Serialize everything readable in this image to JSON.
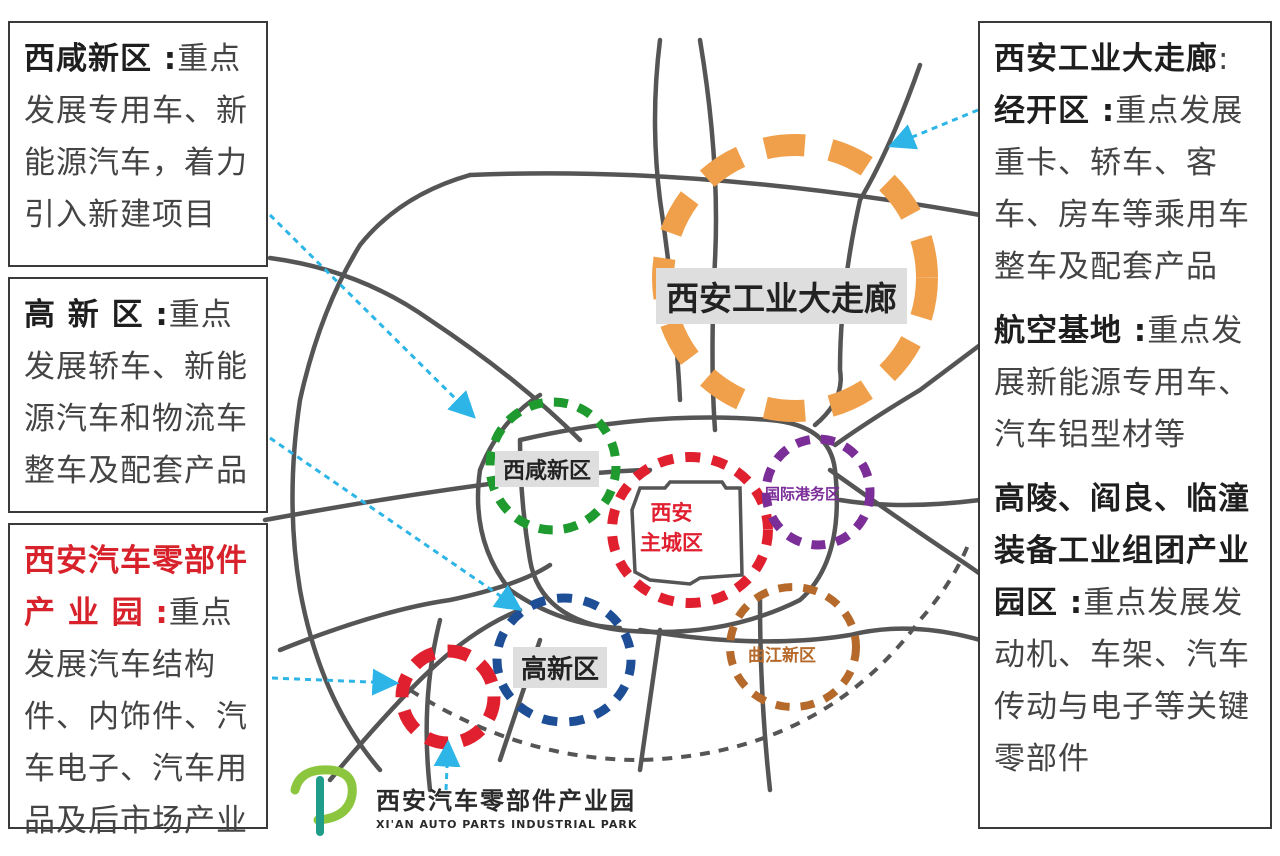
{
  "panels": {
    "xixian": {
      "title": "西咸新区 :",
      "body": "重点发展专用车、新能源汽车，着力引入新建项目"
    },
    "gaoxin": {
      "title": "高 新 区 :",
      "body": "重点发展轿车、新能源汽车和物流车整车及配套产品"
    },
    "parts_park": {
      "title": "西安汽车零部件产 业 园 :",
      "body": "重点发展汽车结构件、内饰件、汽车电子、汽车用品及后市场产业"
    },
    "corridor": {
      "title": "西安工业大走廊",
      "title_suffix": ":",
      "jingkai_title": "经开区 :",
      "jingkai_body": "重点发展重卡、轿车、客车、房车等乘用车整车及配套产品"
    },
    "aviation": {
      "title": "航空基地 :",
      "body": "重点发展新能源专用车、汽车铝型材等"
    },
    "gaoling": {
      "title": "高陵、阎良、临潼装备工业组团产业园区 :",
      "body": "重点发展发动机、车架、汽车传动与电子等关键零部件"
    }
  },
  "map_labels": {
    "corridor": "西安工业大走廊",
    "xixian": "西咸新区",
    "main_city_line1": "西安",
    "main_city_line2": "主城区",
    "port": "国际港务区",
    "gaoxin": "高新区",
    "qujiang": "曲江新区"
  },
  "logo": {
    "cn": "西安汽车零部件产业园",
    "en": "XI'AN AUTO PARTS INDUSTRIAL PARK"
  },
  "colors": {
    "road": "#555555",
    "corridor": "#f0a04b",
    "xixian": "#1e9a2e",
    "main_city": "#e0202e",
    "port": "#7b2d98",
    "gaoxin": "#1d4e96",
    "qujiang": "#b56a2c",
    "parts_park": "#e0202e",
    "arrow": "#2cb5e6",
    "logo_green": "#8cc63e",
    "logo_teal": "#1f9d8a"
  }
}
